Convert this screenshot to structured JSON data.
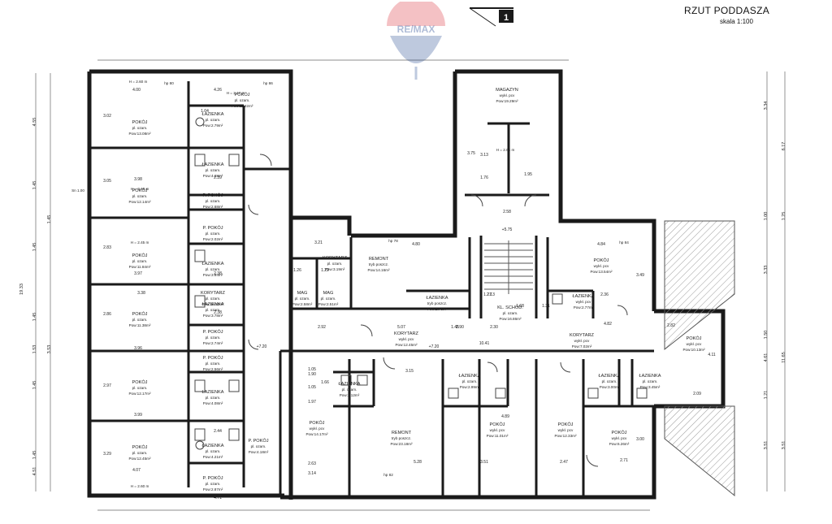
{
  "header": {
    "title": "RZUT PODDASZA",
    "scale": "skala 1:100"
  },
  "watermark": {
    "text": "RE/MAX",
    "colors": {
      "red": "#d9262e",
      "blue": "#1b3f8b"
    }
  },
  "colors": {
    "wall": "#1a1a1a",
    "line": "#555555",
    "hatch": "#9a9a9a"
  },
  "rooms": [
    {
      "name": "POKÓJ",
      "info": "pl. ozam.",
      "area": "Pow:13.08m²"
    },
    {
      "name": "POKÓJ",
      "info": "pl. ozam.",
      "area": "Pow:11.22m²"
    },
    {
      "name": "ŁAZIENKA",
      "info": "pl. ozam.",
      "area": "Pow:2.79m²"
    },
    {
      "name": "ŁAZIENKA",
      "info": "pl. ozam.",
      "area": "Pow:4.28m²"
    },
    {
      "name": "POKÓJ",
      "info": "pl. ozam.",
      "area": "Pow:12.14m²"
    },
    {
      "name": "P. POKÓJ",
      "info": "pl. ozam.",
      "area": "Pow:2.68m²"
    },
    {
      "name": "P. POKÓJ",
      "info": "pl. ozam.",
      "area": "Pow:2.02m²"
    },
    {
      "name": "POKÓJ",
      "info": "pl. ozam.",
      "area": "Pow:11.84m²"
    },
    {
      "name": "ŁAZIENKA",
      "info": "pl. ozam.",
      "area": "Pow:3.84m²"
    },
    {
      "name": "ŁAZIENKA",
      "info": "pl. ozam.",
      "area": "Pow:3.78m²"
    },
    {
      "name": "POKÓJ",
      "info": "pl. ozam.",
      "area": "Pow:11.38m²"
    },
    {
      "name": "KORYTARZ",
      "info": "pl. ozam.",
      "area": "Pow:16.52m²"
    },
    {
      "name": "P. POKÓJ",
      "info": "pl. ozam.",
      "area": "Pow:2.74m²"
    },
    {
      "name": "P. POKÓJ",
      "info": "pl. ozam.",
      "area": "Pow:2.56m²"
    },
    {
      "name": "ŁAZIENKA",
      "info": "pl. ozam.",
      "area": "Pow:4.08m²"
    },
    {
      "name": "POKÓJ",
      "info": "pl. ozam.",
      "area": "Pow:12.17m²"
    },
    {
      "name": "ŁAZIENKA",
      "info": "pl. ozam.",
      "area": "Pow:4.21m²"
    },
    {
      "name": "P. POKÓJ",
      "info": "pl. ozam.",
      "area": "Pow:4.18m²"
    },
    {
      "name": "POKÓJ",
      "info": "pl. ozam.",
      "area": "Pow:12.45m²"
    },
    {
      "name": "P. POKÓJ",
      "info": "pl. ozam.",
      "area": "Pow:2.87m²"
    },
    {
      "name": "KORYTARZ",
      "info": "pl. ozam.",
      "area": "Pow:3.19m²"
    },
    {
      "name": "MAG",
      "info": "pl. ozam.",
      "area": "Pow:2.58m²"
    },
    {
      "name": "MAG",
      "info": "pl. ozam.",
      "area": "Pow:2.51m²"
    },
    {
      "name": "REMONT",
      "info": "tryb poszcz.",
      "area": "Pow:14.16m²"
    },
    {
      "name": "ŁAZIENKA",
      "info": "tryb poszcz.",
      "area": "Pow:2.76m²"
    },
    {
      "name": "MAGAZYN",
      "info": "wykł. pcv",
      "area": "Pow:19.29m²"
    },
    {
      "name": "KL. SCHOD.",
      "info": "pl. ozam.",
      "area": "Pow:16.86m²"
    },
    {
      "name": "KORYTARZ",
      "info": "wykł. pcv",
      "area": "Pow:12.45m²"
    },
    {
      "name": "POKÓJ",
      "info": "wykł. pcv",
      "area": "Pow:13.54m²"
    },
    {
      "name": "ŁAZIENKA",
      "info": "wykł. pcv",
      "area": "Pow:2.77m²"
    },
    {
      "name": "KORYTARZ",
      "info": "wykł. pcv",
      "area": "Pow:7.02m²"
    },
    {
      "name": "POKÓJ",
      "info": "wykł. pcv",
      "area": "Pow:10.13m²"
    },
    {
      "name": "POKÓJ",
      "info": "wykł. pcv",
      "area": "Pow:14.17m²"
    },
    {
      "name": "ŁAZIENKA",
      "info": "pl. ozam.",
      "area": "Pow:3.12m²"
    },
    {
      "name": "REMONT",
      "info": "tryb poszcz.",
      "area": "Pow:23.18m²"
    },
    {
      "name": "ŁAZIENKA",
      "info": "pl. ozam.",
      "area": "Pow:2.99m²"
    },
    {
      "name": "POKÓJ",
      "info": "wykł. pcv",
      "area": "Pow:11.01m²"
    },
    {
      "name": "POKÓJ",
      "info": "wykł. pcv",
      "area": "Pow:12.33m²"
    },
    {
      "name": "ŁAZIENKA",
      "info": "pl. ozam.",
      "area": "Pow:3.00m²"
    },
    {
      "name": "ŁAZIENKA",
      "info": "pl. ozam.",
      "area": "Pow:3.45m²"
    },
    {
      "name": "POKÓJ",
      "info": "wykł. pcv",
      "area": "Pow:6.26m²"
    }
  ],
  "dims": [
    "4.00",
    "4.26",
    "3.02",
    "3.98",
    "3.05",
    "3.97",
    "2.83",
    "3.38",
    "2.86",
    "3.96",
    "2.97",
    "3.99",
    "3.29",
    "4.07",
    "1.04",
    "2.39",
    "2.38",
    "2.38",
    "2.44",
    "4.71",
    "1.05",
    "1.05",
    "1.97",
    "2.63",
    "3.14",
    "1.26",
    "1.22",
    "3.21",
    "4.80",
    "5.07",
    "2.92",
    "10.41",
    "3.75",
    "3.13",
    "1.76",
    "1.95",
    "2.58",
    "4.84",
    "3.49",
    "2.36",
    "4.82",
    "2.82",
    "4.11",
    "2.09",
    "3.15",
    "4.89",
    "5.28",
    "3.51",
    "2.47",
    "2.71",
    "3.00",
    "1.90",
    "1.66",
    "1.45",
    "2.90",
    "2.13",
    "2.30",
    "1.27",
    "1.68",
    "1.31"
  ],
  "left_dims": [
    "4.55",
    "1.45",
    "1.45",
    "1.45",
    "1.45",
    "1.45",
    "4.51",
    "19.33",
    "3.53",
    "1.53",
    "1.45"
  ],
  "right_dims": [
    "3.34",
    "6.17",
    "1.00",
    "3.33",
    "4.61",
    "11.65",
    "1.50",
    "1.25",
    "1.21",
    "3.51",
    "3.51"
  ],
  "sills": [
    "Sn 1.00",
    "hp 80",
    "hp 86",
    "hp 78",
    "hp 82",
    "hp 84"
  ],
  "levels": [
    "H = 2.60 m",
    "H = 2.47 m",
    "H = 2.48 m",
    "H = 2.45 m",
    "H = 2.60 m",
    "H = 2.64 m"
  ],
  "markers": [
    "+5.75",
    "+7.20",
    "+7.20"
  ],
  "stair_text": "1"
}
